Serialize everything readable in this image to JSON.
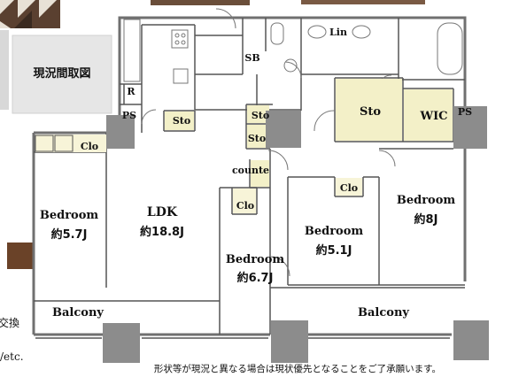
{
  "badge": {
    "label": "現況間取図"
  },
  "rooms": {
    "ldk": {
      "name": "LDK",
      "size": "約18.8J"
    },
    "bedroom_left": {
      "name": "Bedroom",
      "size": "約5.7J"
    },
    "bedroom_center": {
      "name": "Bedroom",
      "size": "約6.7J"
    },
    "bedroom_mid": {
      "name": "Bedroom",
      "size": "約5.1J"
    },
    "bedroom_right": {
      "name": "Bedroom",
      "size": "約8J"
    },
    "balcony_left": {
      "name": "Balcony"
    },
    "balcony_right": {
      "name": "Balcony"
    },
    "sto_large": {
      "name": "Sto"
    },
    "wic": {
      "name": "WIC"
    }
  },
  "small_labels": {
    "sb": "SB",
    "lin": "Lin",
    "r": "R",
    "ps_left": "PS",
    "ps_right": "PS",
    "sto_kitchen": "Sto",
    "sto_upper": "Sto",
    "sto_lower": "Sto",
    "counter": "counte",
    "clo_left": "Clo",
    "clo_center": "Clo",
    "clo_mid": "Clo"
  },
  "edge_text": {
    "left_cut": "交換",
    "etc": "/etc."
  },
  "footnote": "形状等が現況と異なる場合は現状優先となることをご了承願います。",
  "colors": {
    "wall": "#707070",
    "sto_fill": "#f3f0c8",
    "badge_fill": "#e6e6e6",
    "pillar": "#8c8c8c",
    "line": "#555555"
  }
}
